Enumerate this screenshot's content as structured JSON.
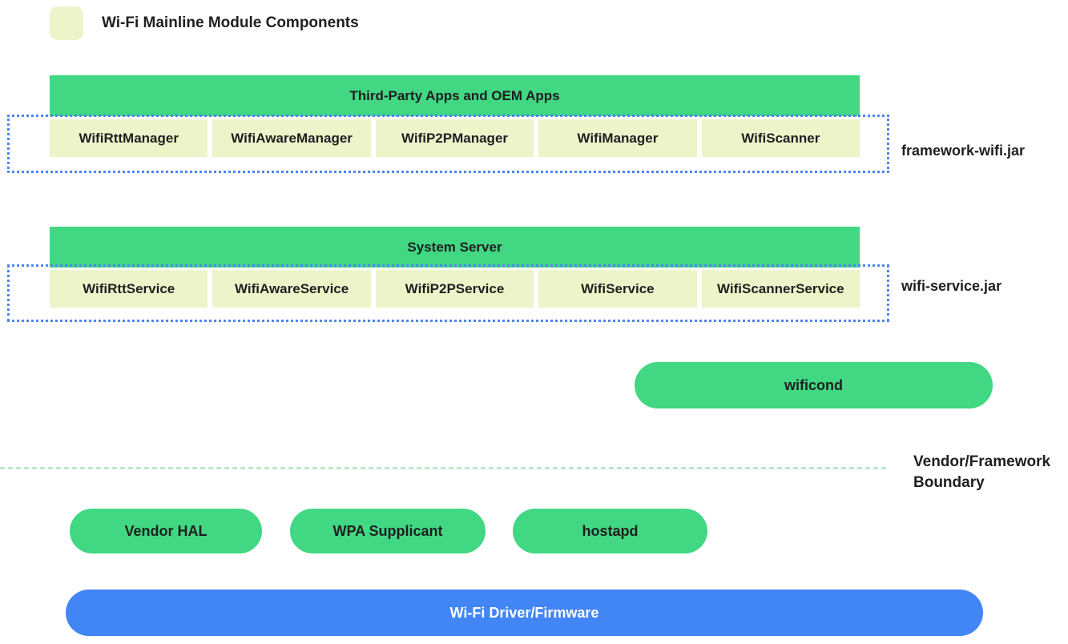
{
  "legend": {
    "label": "Wi-Fi Mainline Module Components"
  },
  "framework": {
    "header": "Third-Party Apps and OEM Apps",
    "boxes": [
      "WifiRttManager",
      "WifiAwareManager",
      "WifiP2PManager",
      "WifiManager",
      "WifiScanner"
    ],
    "jar_label": "framework-wifi.jar"
  },
  "services": {
    "header": "System Server",
    "boxes": [
      "WifiRttService",
      "WifiAwareService",
      "WifiP2PService",
      "WifiService",
      "WifiScannerService"
    ],
    "jar_label": "wifi-service.jar"
  },
  "wificond_label": "wificond",
  "boundary_label": "Vendor/Framework\nBoundary",
  "vendor": {
    "hal": "Vendor HAL",
    "wpa": "WPA Supplicant",
    "hostapd": "hostapd"
  },
  "driver_label": "Wi-Fi Driver/Firmware",
  "colors": {
    "green": "#41d783",
    "pale_yellow": "#edf4ca",
    "blue": "#4285f4",
    "dotted_border": "#4f86f0",
    "boundary_line": "#b9e7cb",
    "text_dark": "#1f1f1f",
    "text_light": "#ffffff"
  }
}
